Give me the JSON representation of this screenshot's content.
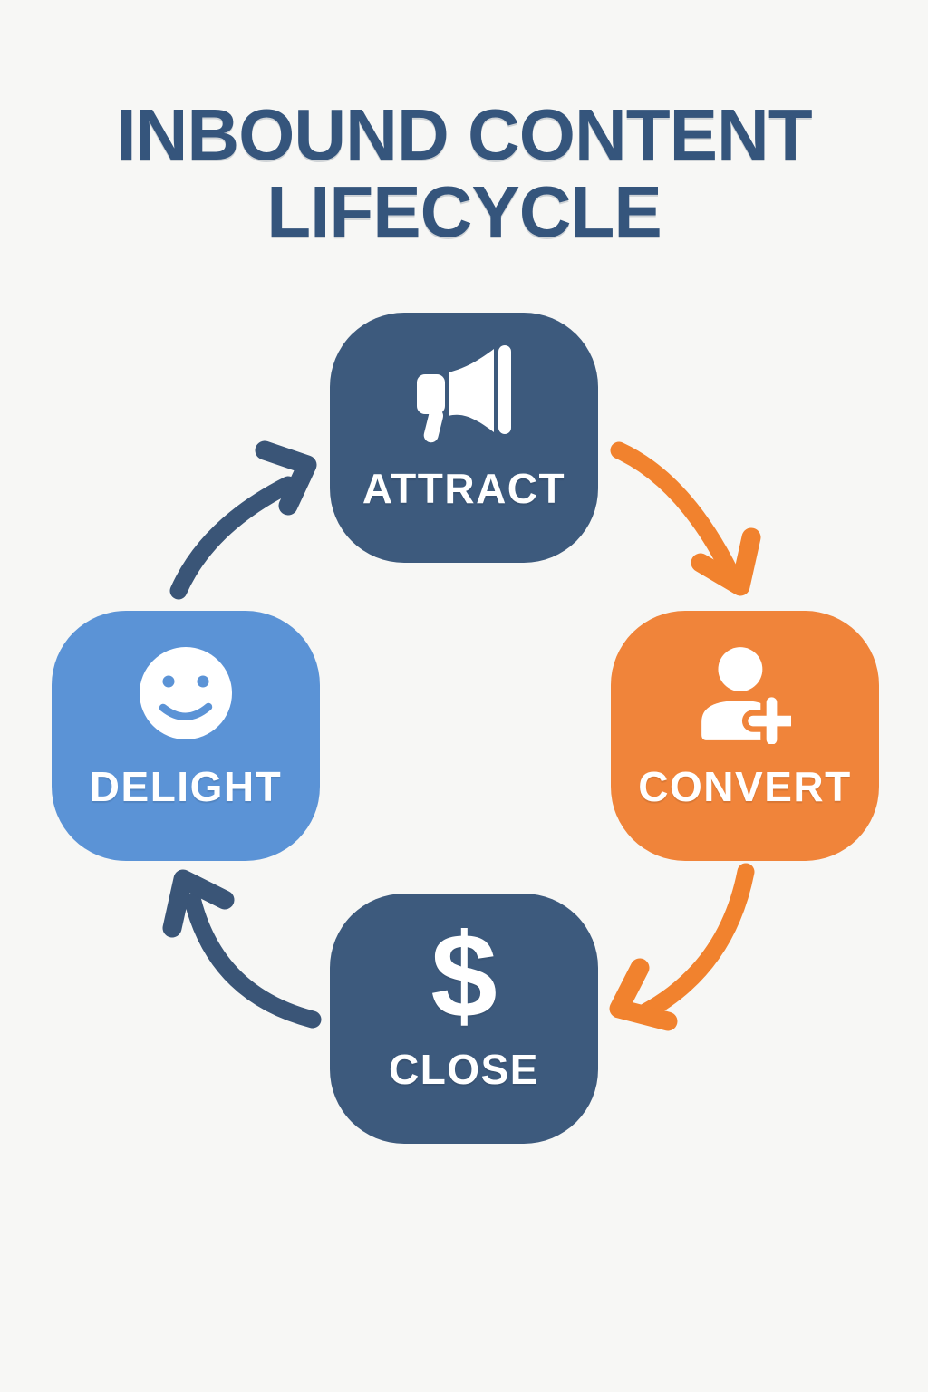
{
  "title": {
    "line1": "INBOUND CONTENT",
    "line2": "LIFECYCLE"
  },
  "cycle": {
    "stages": [
      {
        "label": "ATTRACT",
        "icon": "megaphone-icon",
        "box_color": "#3d5a7d",
        "label_color": "#ffffff"
      },
      {
        "label": "CONVERT",
        "icon": "user-plus-icon",
        "box_color": "#f0843a",
        "label_color": "#ffffff"
      },
      {
        "label": "CLOSE",
        "icon": "dollar-sign-icon",
        "box_color": "#3d5a7d",
        "label_color": "#ffffff",
        "glyph": "$"
      },
      {
        "label": "DELIGHT",
        "icon": "smiley-face-icon",
        "box_color": "#5b93d6",
        "label_color": "#ffffff"
      }
    ],
    "arrows": [
      {
        "from": "ATTRACT",
        "to": "CONVERT",
        "color": "#f1822e",
        "direction": "clockwise"
      },
      {
        "from": "CONVERT",
        "to": "CLOSE",
        "color": "#f1822e",
        "direction": "clockwise"
      },
      {
        "from": "CLOSE",
        "to": "DELIGHT",
        "color": "#3a5577",
        "direction": "clockwise"
      },
      {
        "from": "DELIGHT",
        "to": "ATTRACT",
        "color": "#3a5577",
        "direction": "clockwise"
      }
    ]
  },
  "colors": {
    "background": "#f7f7f5",
    "title_text": "#35557c",
    "dark_blue": "#3d5a7d",
    "orange": "#f0843a",
    "light_blue": "#5b93d6",
    "icon_white": "#ffffff"
  }
}
